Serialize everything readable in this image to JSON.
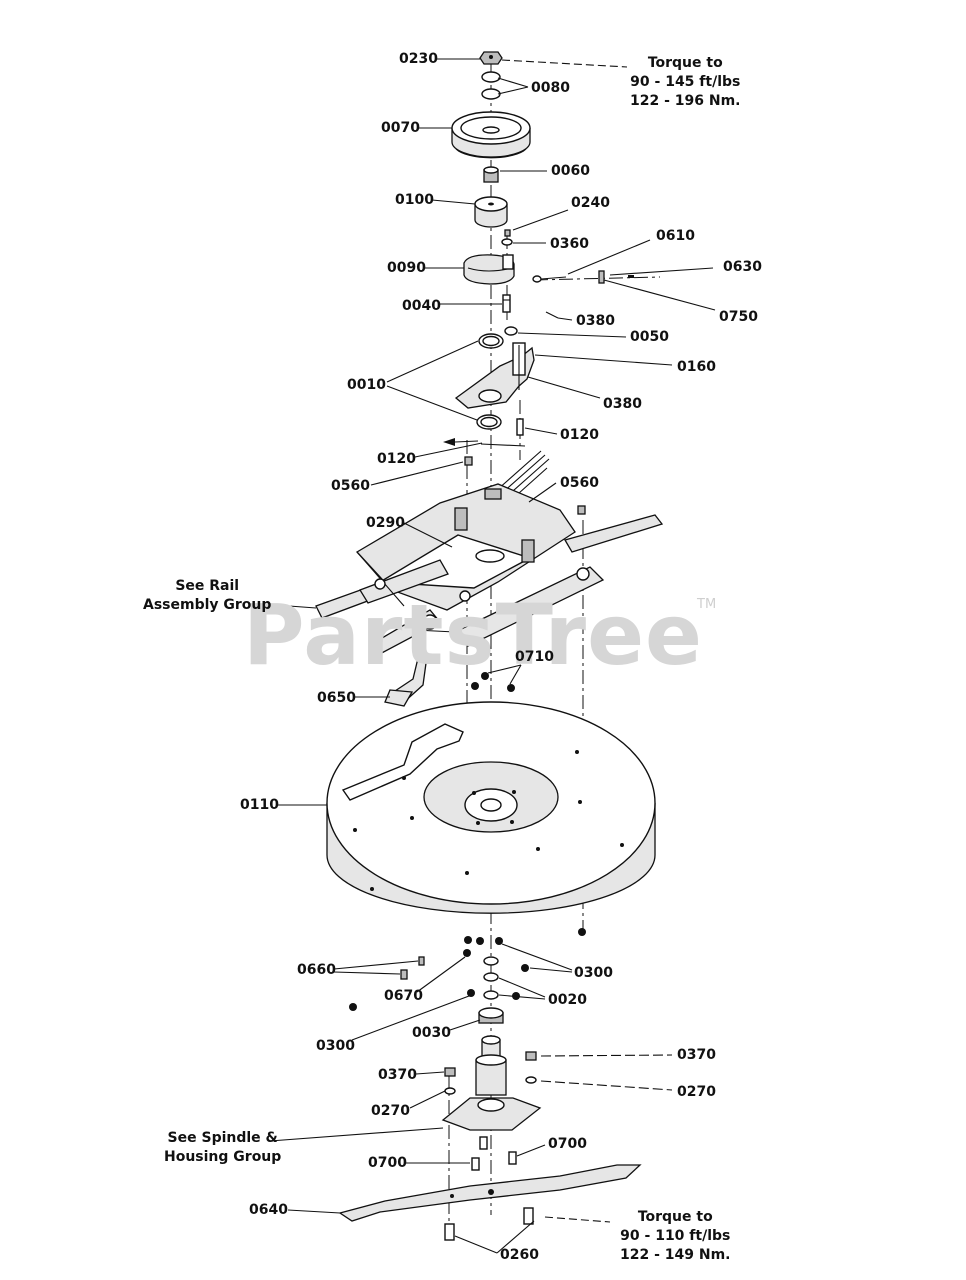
{
  "watermark": {
    "text": "PartsTree",
    "tm": "TM"
  },
  "notes": {
    "torque_top": [
      "Torque to",
      "90 - 145 ft/lbs",
      "122 - 196 Nm."
    ],
    "torque_bottom": [
      "Torque to",
      "90 - 110 ft/lbs",
      "122 - 149 Nm."
    ],
    "rail_group": [
      "See Rail",
      "Assembly Group"
    ],
    "spindle_group": [
      "See Spindle &",
      "Housing Group"
    ]
  },
  "callouts": {
    "c0230": "0230",
    "c0080": "0080",
    "c0070": "0070",
    "c0060": "0060",
    "c0100": "0100",
    "c0240": "0240",
    "c0360": "0360",
    "c0610": "0610",
    "c0090": "0090",
    "c0630": "0630",
    "c0040": "0040",
    "c0750": "0750",
    "c0380a": "0380",
    "c0050": "0050",
    "c0160": "0160",
    "c0010": "0010",
    "c0380b": "0380",
    "c0120a": "0120",
    "c0120b": "0120",
    "c0560a": "0560",
    "c0560b": "0560",
    "c0290": "0290",
    "c0710": "0710",
    "c0650": "0650",
    "c0110": "0110",
    "c0660": "0660",
    "c0300a": "0300",
    "c0670": "0670",
    "c0020": "0020",
    "c0030": "0030",
    "c0300b": "0300",
    "c0370a": "0370",
    "c0370b": "0370",
    "c0270a": "0270",
    "c0270b": "0270",
    "c0700a": "0700",
    "c0700b": "0700",
    "c0640": "0640",
    "c0260": "0260"
  }
}
